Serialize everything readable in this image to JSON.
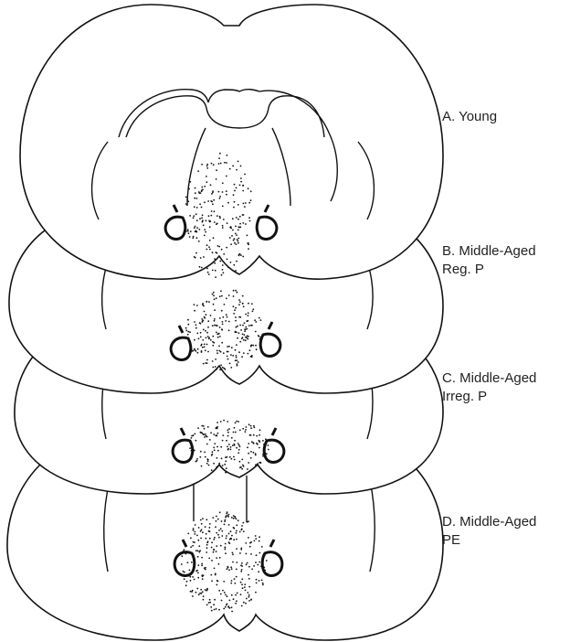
{
  "colors": {
    "ink": "#111111",
    "background": "#ffffff"
  },
  "panels": [
    {
      "id": "A",
      "label_lines": [
        "A. Young"
      ]
    },
    {
      "id": "B",
      "label_lines": [
        "B. Middle-Aged",
        "Reg. P"
      ]
    },
    {
      "id": "C",
      "label_lines": [
        "C. Middle-Aged",
        "Irreg. P"
      ]
    },
    {
      "id": "D",
      "label_lines": [
        "D. Middle-Aged",
        "PE"
      ]
    }
  ]
}
